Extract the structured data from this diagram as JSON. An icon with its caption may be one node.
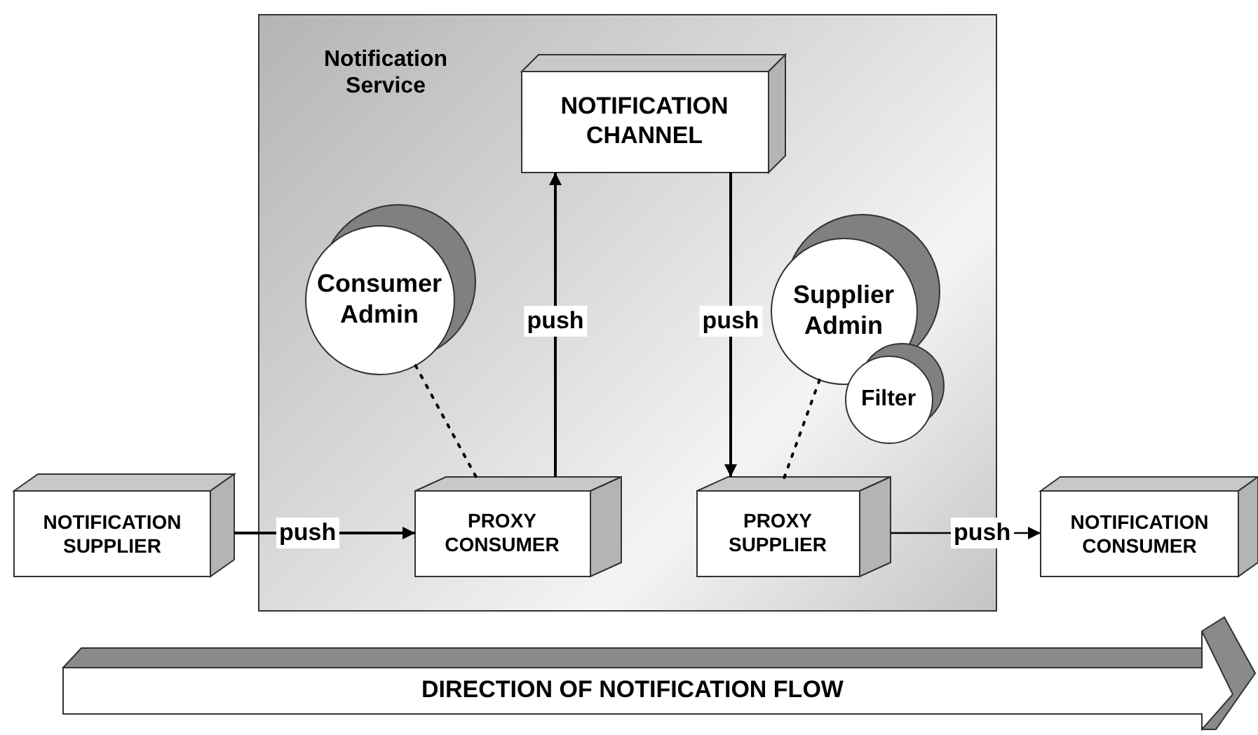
{
  "diagram": {
    "nodes": [
      {
        "text": [
          "Notification Service"
        ]
      },
      {
        "text": [
          "NOTIFICATION CHANNEL"
        ],
        "in": 0
      },
      {
        "text": [
          "Consumer Admin"
        ],
        "in": 0
      },
      {
        "text": [
          "Supplier Admin"
        ],
        "in": 0
      },
      {
        "text": [
          "Filter"
        ],
        "in": 0
      },
      {
        "text": [
          "PROXY CONSUMER"
        ],
        "in": 0
      },
      {
        "text": [
          "PROXY SUPPLIER"
        ],
        "in": 0
      },
      {
        "text": [
          "NOTIFICATION SUPPLIER"
        ]
      },
      {
        "text": [
          "NOTIFICATION CONSUMER"
        ]
      },
      {
        "text": [
          "DIRECTION OF NOTIFICATION FLOW"
        ]
      }
    ],
    "edges": [
      {
        "from": 7,
        "to": 5,
        "arrow": "to",
        "label": "push"
      },
      {
        "from": 5,
        "to": 1,
        "arrow": "to",
        "label": "push"
      },
      {
        "from": 1,
        "to": 6,
        "arrow": "to",
        "label": "push"
      },
      {
        "from": 6,
        "to": 8,
        "arrow": "to",
        "label": "push"
      },
      {
        "from": 2,
        "to": 5,
        "arrow": "none",
        "style": "dashed"
      },
      {
        "from": 3,
        "to": 6,
        "arrow": "none",
        "style": "dashed"
      }
    ]
  }
}
